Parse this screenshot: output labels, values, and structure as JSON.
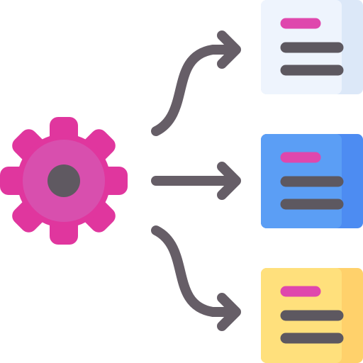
{
  "icon": "gear-distributing-to-documents-illustration",
  "colors": {
    "gear_outer": "#e0369e",
    "gear_inner": "#d84fae",
    "hub": "#5f5961",
    "arrow": "#665e67",
    "doc_line": "#5d5860",
    "doc_title_line": "#df47ad",
    "doc_top_face": "#eef4fd",
    "doc_top_shade": "#dce8f8",
    "doc_mid_face": "#5b9ef5",
    "doc_mid_shade": "#4d8cf2",
    "doc_bot_face": "#ffe07c",
    "doc_bot_shade": "#ffd16b"
  },
  "documents": [
    {
      "name": "document-card-top",
      "theme": "light-blue"
    },
    {
      "name": "document-card-middle",
      "theme": "blue"
    },
    {
      "name": "document-card-bottom",
      "theme": "yellow"
    }
  ],
  "arrows": [
    {
      "name": "arrow-up-curve",
      "direction": "up-right"
    },
    {
      "name": "arrow-straight",
      "direction": "right"
    },
    {
      "name": "arrow-down-curve",
      "direction": "down-right"
    }
  ]
}
